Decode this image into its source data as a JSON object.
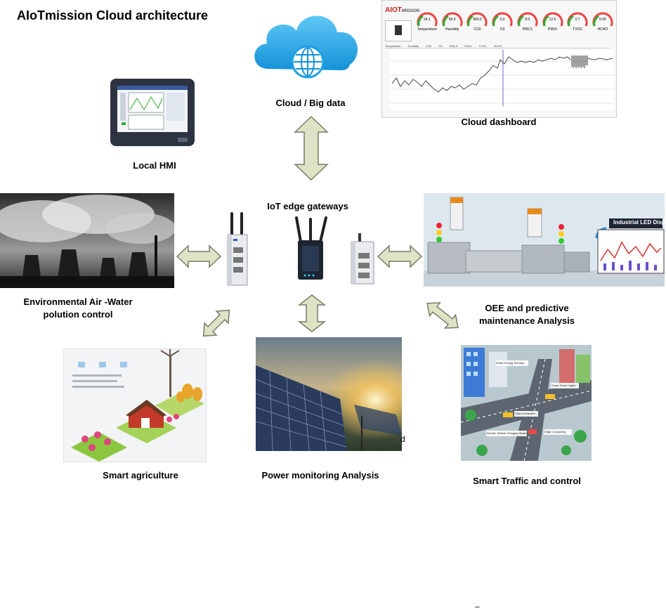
{
  "title": "AIoTmission Cloud architecture",
  "labels": {
    "cloud": "Cloud / Big data",
    "cloud_dashboard": "Cloud dashboard",
    "local_hmi": "Local HMI",
    "gateways": "IoT edge gateways",
    "env_line1": "Environmental Air -Water",
    "env_line2": "polution control",
    "oee_line1": "OEE and predictive",
    "oee_line2": "maintenance Analysis",
    "agriculture": "Smart agriculture",
    "power": "Power monitoring Analysis",
    "traffic": "Smart Traffic and control"
  },
  "dashboard": {
    "brand": "AIOT",
    "brand_sub": "MISSION",
    "gauges": [
      {
        "value": "24.1",
        "label": "Temperature"
      },
      {
        "value": "56.0",
        "label": "Humidity"
      },
      {
        "value": "460.0",
        "label": "CO2"
      },
      {
        "value": "0.0",
        "label": "O3"
      },
      {
        "value": "8.0",
        "label": "PM2.5"
      },
      {
        "value": "12.6",
        "label": "PM10"
      },
      {
        "value": "0.7",
        "label": "TVOC"
      },
      {
        "value": "0.00",
        "label": "HCHO"
      }
    ],
    "tabs": [
      "Temperature",
      "Humidity",
      "CO2",
      "O3",
      "PM2.5",
      "PM10",
      "TVOC",
      "HCHO"
    ]
  },
  "factory": {
    "display_label": "Industrial LED Display"
  },
  "traffic_tags": [
    "Smart Energy Solution",
    "Smart Street Lights",
    "Object Detection",
    "Electric Vehicle Charging Station",
    "Edge Computing"
  ],
  "stray_char": "d",
  "footer_mark": "–",
  "colors": {
    "arrow_fill": "#dde3c4",
    "arrow_stroke": "#7a7a6a",
    "cloud_blue": "#1da1e6",
    "brand_red": "#cc2222"
  }
}
